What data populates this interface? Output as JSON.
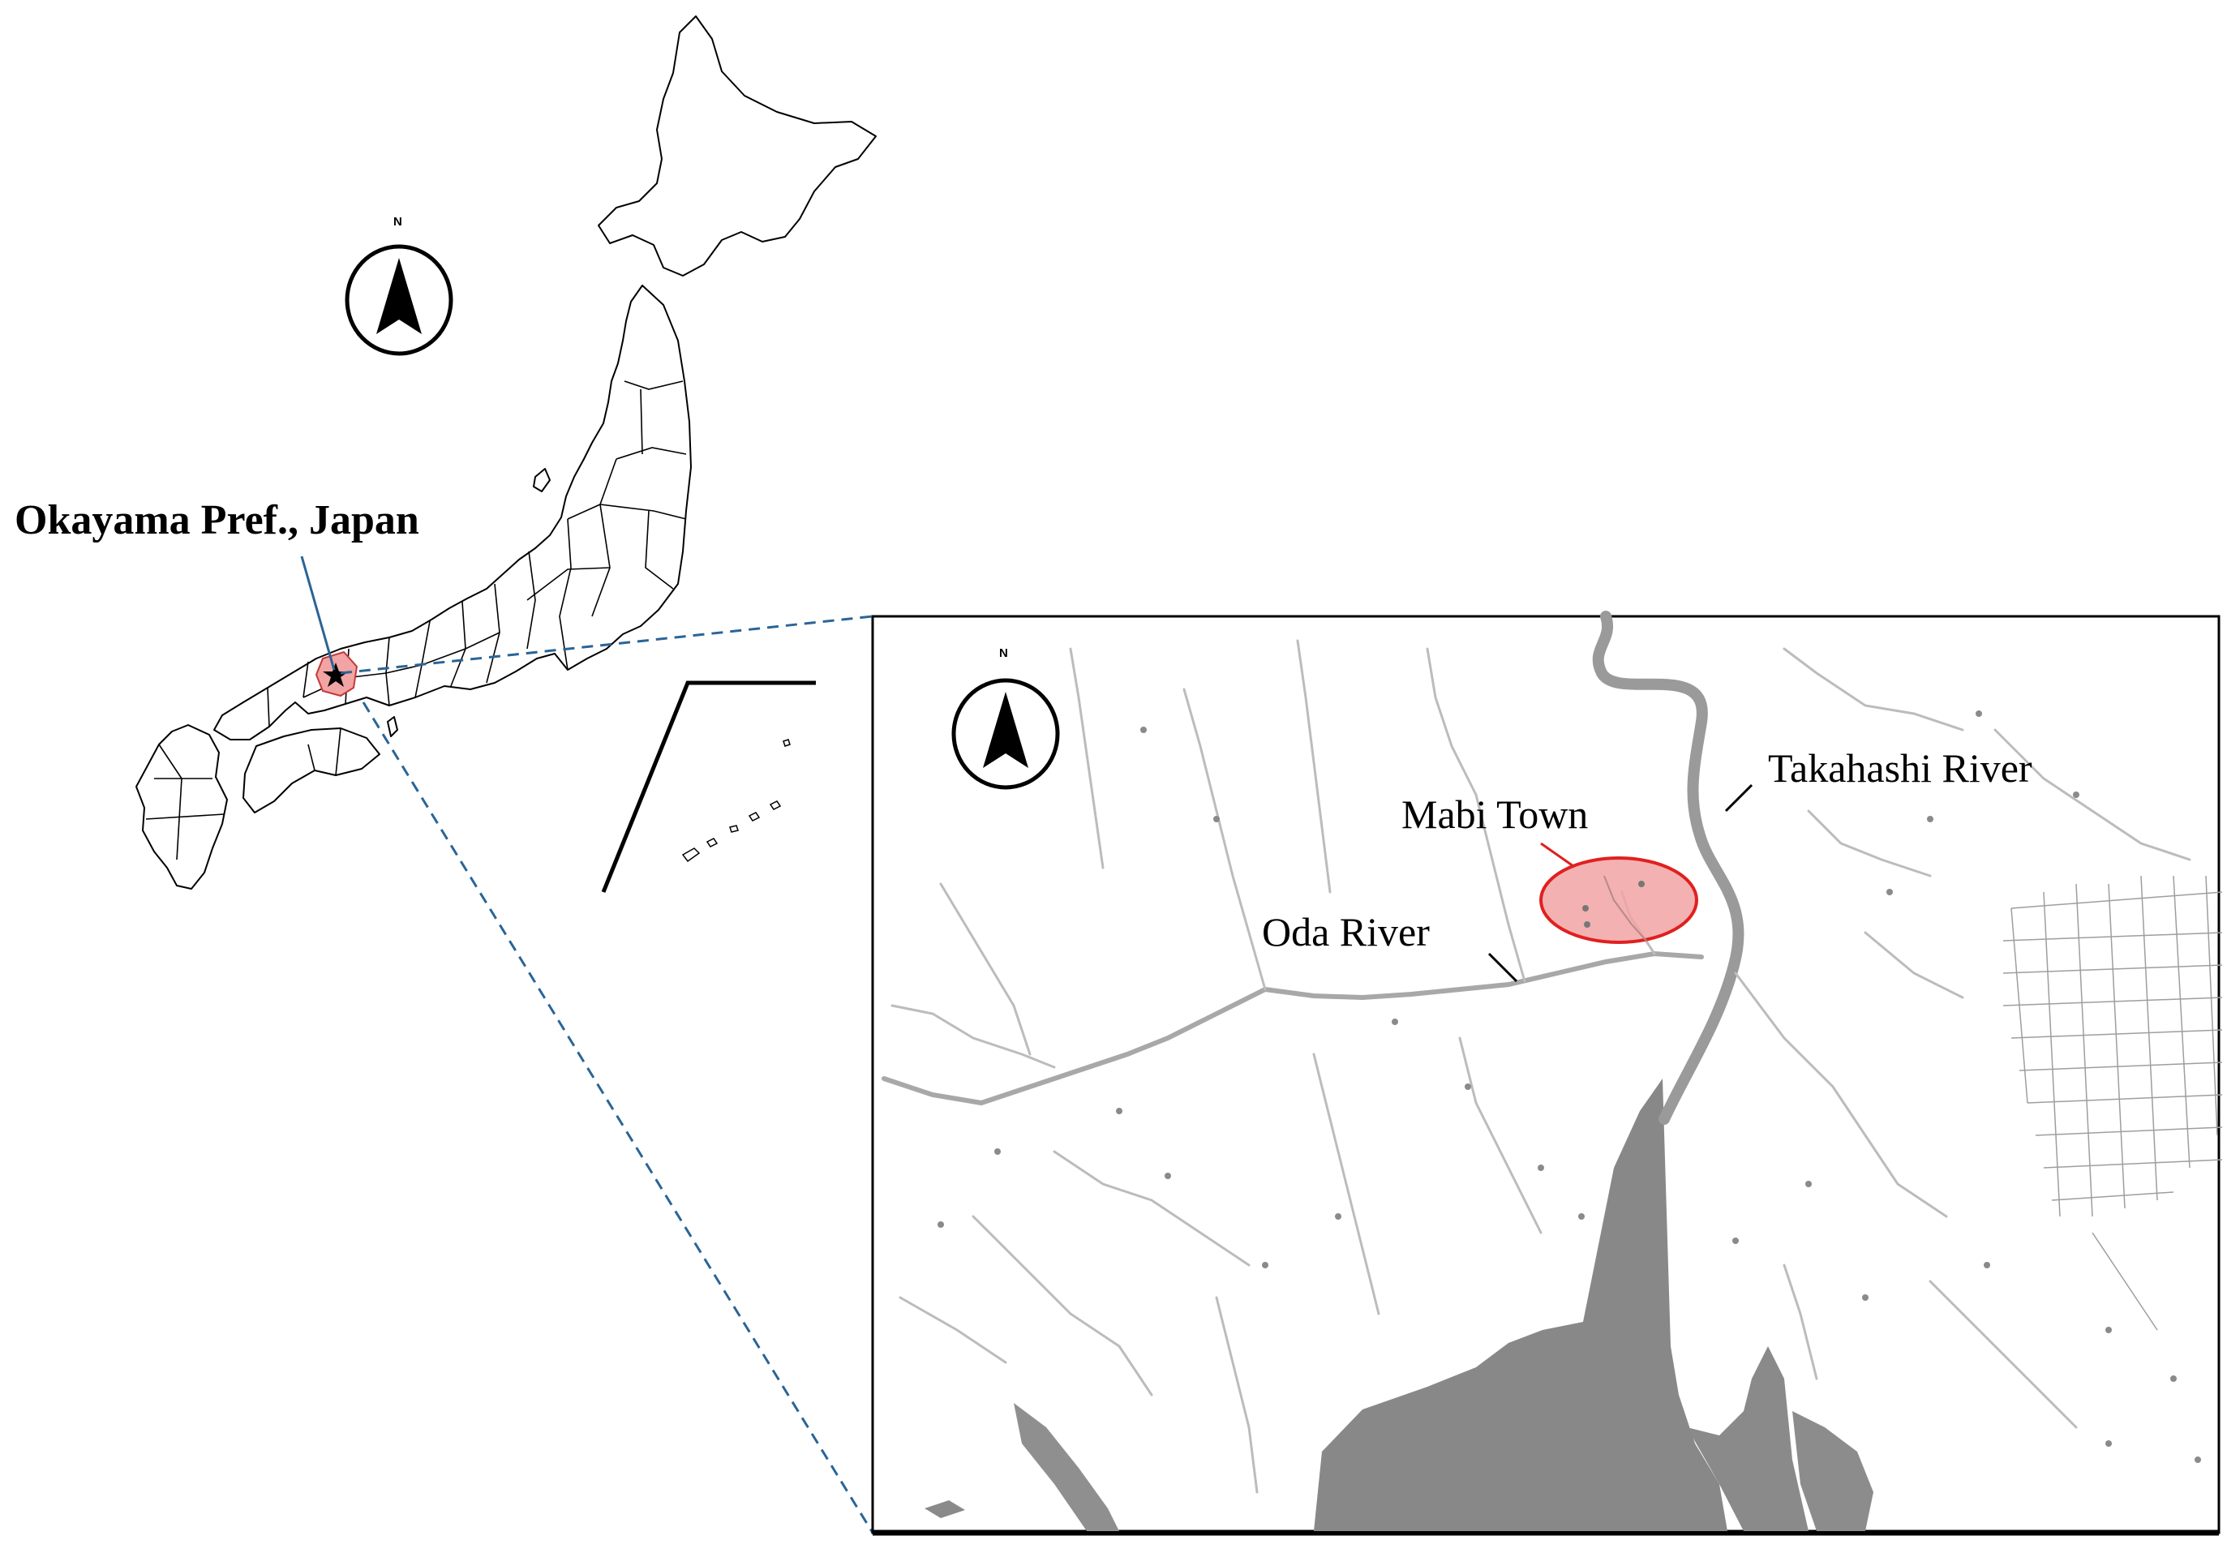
{
  "labels": {
    "prefecture": "Okayama Pref., Japan",
    "mabi": "Mabi Town",
    "oda": "Oda River",
    "takahashi": "Takahashi River"
  },
  "compass": {
    "north_letter": "N"
  },
  "colors": {
    "highlight_fill": "#f2a3a3",
    "highlight_stroke": "#e02020",
    "leader_blue": "#2a6496",
    "river_gray": "#9a9a9a",
    "sea_gray": "#888888",
    "outline": "#000000"
  }
}
